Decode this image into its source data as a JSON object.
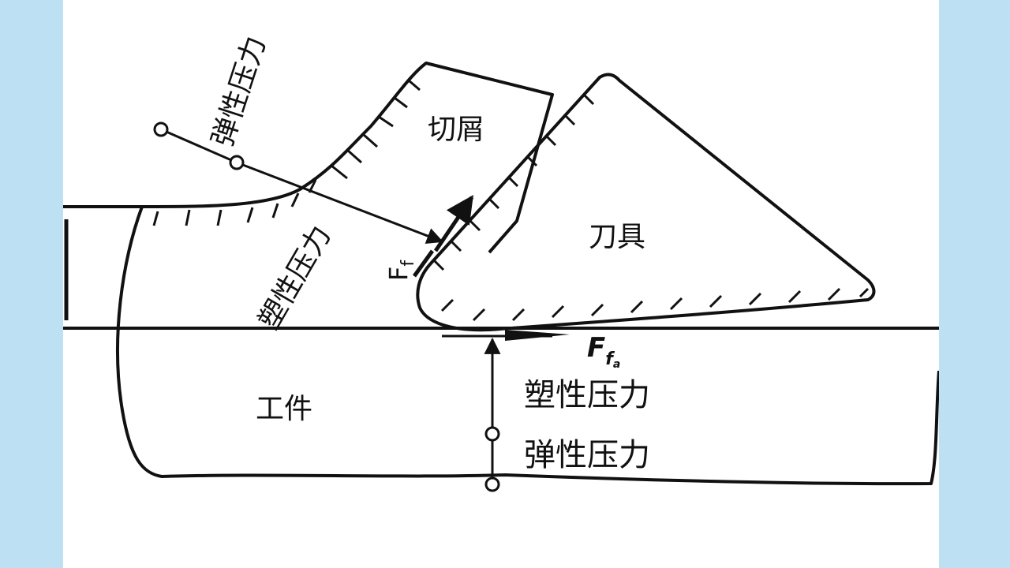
{
  "colors": {
    "background": "#bde0f3",
    "slide": "#ffffff",
    "ink": "#111111"
  },
  "labels": {
    "chip": "切屑",
    "tool": "刀具",
    "workpiece": "工件",
    "elastic_pressure_chip": "弹性压力",
    "plastic_pressure_chip": "塑性压力",
    "friction_force_rake": "F",
    "friction_force_rake_sub": "f",
    "friction_force_flank": "F",
    "friction_force_flank_sub": "f",
    "friction_force_flank_subsub": "a",
    "plastic_pressure_work": "塑性压力",
    "elastic_pressure_work": "弹性压力"
  }
}
